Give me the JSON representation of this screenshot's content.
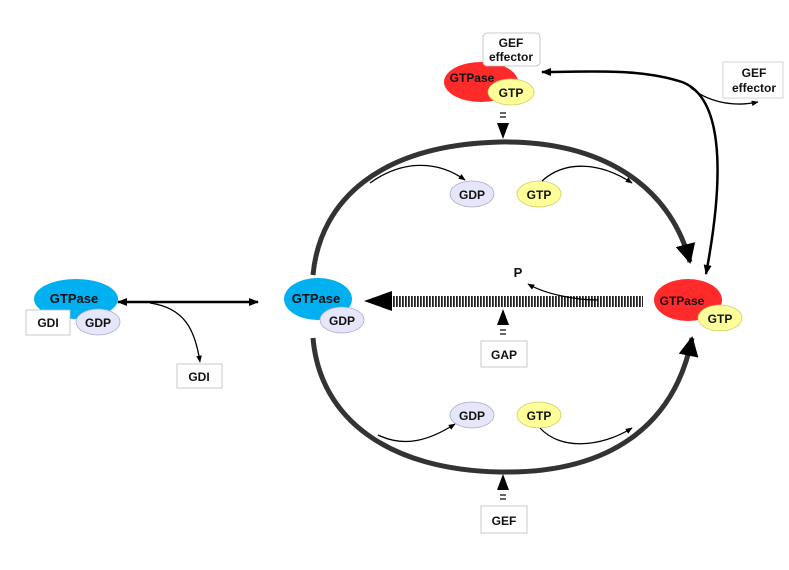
{
  "colors": {
    "gdp_bound_gtpase": "#00b0f0",
    "gtp_bound_gtpase": "#ff2a2a",
    "gdp_ball": "#e6e6fa",
    "gtp_ball": "#ffff99",
    "cycle_line": "#333333",
    "arrow": "#000000"
  },
  "left_complex": {
    "gtpase_label": "GTPase",
    "gdp_label": "GDP",
    "gdi_label": "GDI"
  },
  "released_gdi": {
    "label": "GDI"
  },
  "inactive_gtpase": {
    "gtpase_label": "GTPase",
    "gdp_label": "GDP"
  },
  "active_gtpase": {
    "gtpase_label": "GTPase",
    "gtp_label": "GTP"
  },
  "effector_complex": {
    "box_line1": "GEF",
    "box_line2": "effector",
    "gtpase_label": "GTPase",
    "gtp_label": "GTP"
  },
  "released_effector": {
    "line1": "GEF",
    "line2": "effector"
  },
  "upper_pathway": {
    "gdp_label": "GDP",
    "gtp_label": "GTP"
  },
  "lower_pathway": {
    "gdp_label": "GDP",
    "gtp_label": "GTP"
  },
  "hydrolysis": {
    "phosphate_label": "P"
  },
  "gap": {
    "label": "GAP"
  },
  "gef": {
    "label": "GEF"
  }
}
